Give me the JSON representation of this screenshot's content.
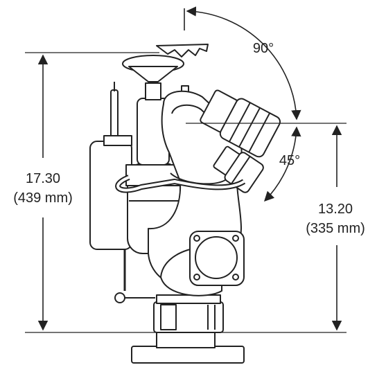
{
  "figure": {
    "overall_height": {
      "value": "17.30",
      "metric": "(439 mm)"
    },
    "nozzle_height": {
      "value": "13.20",
      "metric": "(335 mm)"
    },
    "angles": {
      "upper": "90°",
      "lower": "45°"
    },
    "colors": {
      "ink": "#222222",
      "paper": "#ffffff"
    }
  }
}
